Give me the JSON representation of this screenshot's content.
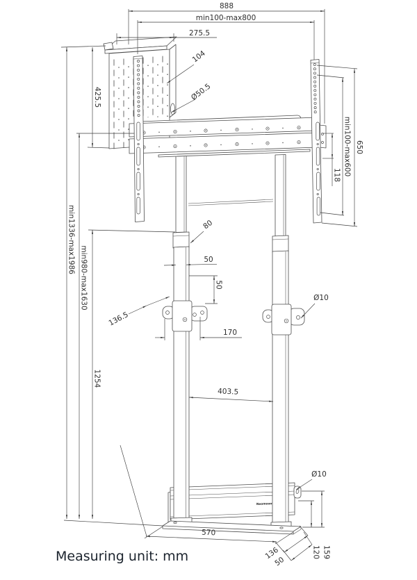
{
  "note": {
    "measuring_unit": "Measuring unit: mm"
  },
  "logo": {
    "brand": "Neomounts"
  },
  "dims": {
    "overall_width": {
      "label": "888"
    },
    "vesa_width_range": {
      "label": "min100-max800"
    },
    "box_width": {
      "label": "275.5"
    },
    "box_slot_spacing": {
      "label": "104"
    },
    "grommet_diameter": {
      "label": "Ø50.5"
    },
    "box_height": {
      "label": "425.5"
    },
    "bracket_height": {
      "label": "650"
    },
    "vesa_height_range": {
      "label": "min100-max600"
    },
    "crossbar_height": {
      "label": "118"
    },
    "overall_height_range": {
      "label": "min1336-max1986"
    },
    "screen_center_height_range": {
      "label": "min980-max1630"
    },
    "outer_column_width": {
      "label": "80"
    },
    "inner_column_width": {
      "label": "50"
    },
    "wall_bracket_offset": {
      "label": "50"
    },
    "wall_bracket_depth": {
      "label": "136.5"
    },
    "wall_bracket_hole_diameter": {
      "label": "Ø10"
    },
    "wall_bracket_hole_spacing": {
      "label": "170"
    },
    "outer_column_height": {
      "label": "1254"
    },
    "column_spacing": {
      "label": "403.5"
    },
    "base_hole_diameter": {
      "label": "Ø10"
    },
    "base_width": {
      "label": "570"
    },
    "base_depth": {
      "label": "136"
    },
    "base_rear_depth": {
      "label": "50"
    },
    "base_panel_height": {
      "label": "120"
    },
    "base_rear_height": {
      "label": "159"
    }
  }
}
